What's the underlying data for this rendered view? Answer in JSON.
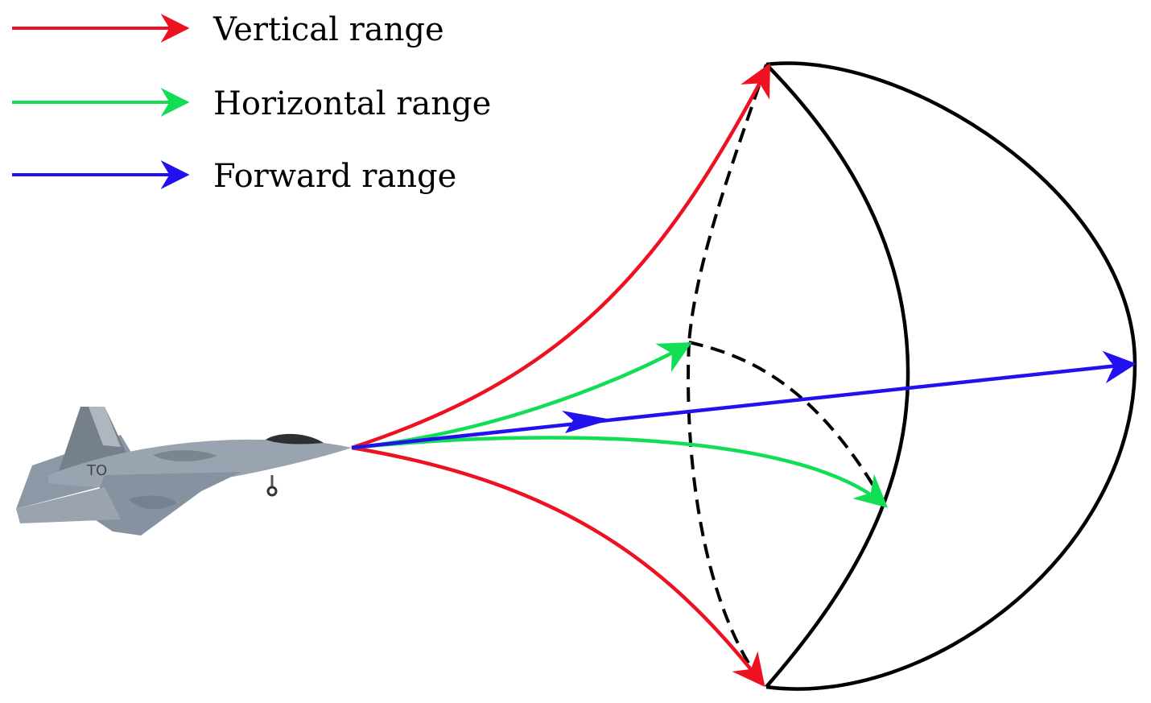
{
  "legend": {
    "items": [
      {
        "label": "Vertical range",
        "color": "#ee1122"
      },
      {
        "label": "Horizontal range",
        "color": "#11dd55"
      },
      {
        "label": "Forward range",
        "color": "#2211ee"
      }
    ]
  },
  "aircraft": {
    "icon": "fighter-jet-icon"
  },
  "colors": {
    "vertical": "#ee1122",
    "horizontal": "#11dd55",
    "forward": "#2211ee",
    "boundary": "#000000"
  }
}
